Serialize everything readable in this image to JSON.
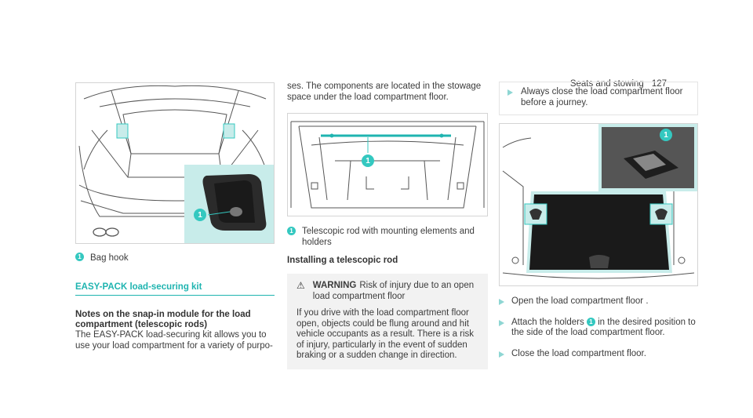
{
  "header": {
    "section": "Seats and stowing",
    "page_number": "127"
  },
  "col1": {
    "figure": {
      "callout": "1",
      "icon": "bag-hook-car-rear-illustration"
    },
    "caption": {
      "num": "1",
      "text": "Bag hook"
    },
    "section_title": "EASY-PACK load-securing kit",
    "sub_title": "Notes on the snap-in module for the load compartment (telescopic rods)",
    "body": "The EASY-PACK load-securing kit allows you to use your load compartment for a variety of purpo-"
  },
  "col2": {
    "body_cont": "ses. The components are located in the stowage space under the load compartment floor.",
    "figure": {
      "callout": "1",
      "icon": "telescopic-rod-illustration"
    },
    "caption": {
      "num": "1",
      "text": "Telescopic rod with mounting elements and holders"
    },
    "sub_title": "Installing a telescopic rod",
    "warning": {
      "icon": "warning-triangle-icon",
      "title": "WARNING",
      "subject": "Risk of injury due to an open load compartment floor",
      "text": "If you drive with the load compartment floor open, objects could be flung around and hit vehicle occupants as a result. There is a risk of injury, particularly in the event of sudden braking or a sudden change in direction."
    }
  },
  "col3": {
    "note": "Always close the load compartment floor before a journey.",
    "figure": {
      "callout": "1",
      "icon": "load-compartment-floor-illustration"
    },
    "steps": {
      "step1": "Open the load compartment floor .",
      "step2_pre": "Attach the holders",
      "step2_num": "1",
      "step2_post": "in the desired position to the side of the load compartment floor.",
      "step3": "Close the load compartment floor."
    }
  },
  "colors": {
    "accent": "#1fb4b0",
    "callout": "#34c8c0",
    "highlight_bg": "#c8ecea",
    "warning_bg": "#f2f2f2"
  }
}
